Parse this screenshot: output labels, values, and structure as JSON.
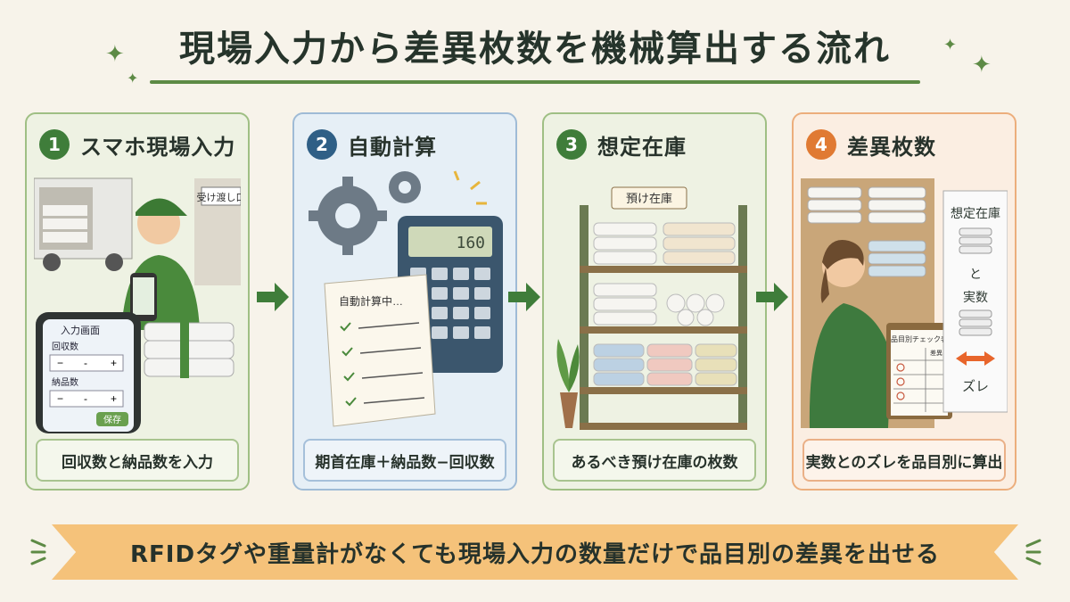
{
  "title": "現場入力から差異枚数を機械算出する流れ",
  "steps": [
    {
      "number": "1",
      "label": "スマホ現場入力",
      "caption": "回収数と納品数を入力",
      "sign_text": "受け渡し口",
      "phone": {
        "screen_title": "入力画面",
        "field1_label": "回収数",
        "field2_label": "納品数",
        "minus": "−",
        "dash": "-",
        "plus": "+",
        "save_label": "保存"
      }
    },
    {
      "number": "2",
      "label": "自動計算",
      "caption": "期首在庫＋納品数−回収数",
      "paper_text": "自動計算中…",
      "calc_display": "160"
    },
    {
      "number": "3",
      "label": "想定在庫",
      "caption": "あるべき預け在庫の枚数",
      "shelf_sign": "預け在庫"
    },
    {
      "number": "4",
      "label": "差異枚数",
      "caption": "実数とのズレを品目別に算出",
      "board": {
        "line1": "想定在庫",
        "line2": "と",
        "line3": "実数",
        "zure": "ズレ"
      },
      "clipboard_title": "品目別チェック表",
      "clipboard_col": "差異"
    }
  ],
  "banner": "RFIDタグや重量計がなくても現場入力の数量だけで品目別の差異を出せる",
  "colors": {
    "green": "#3f7d3a",
    "blue": "#2f5f86",
    "orange": "#e07a33",
    "banner": "#f5c27a"
  }
}
